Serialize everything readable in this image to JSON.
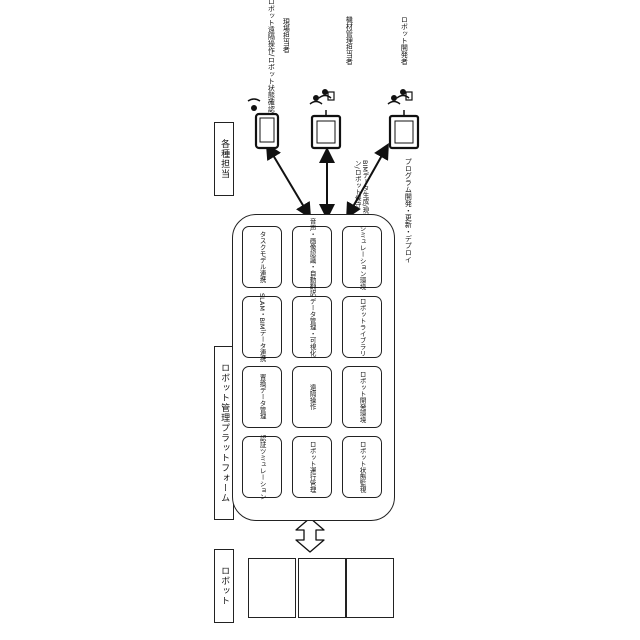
{
  "sections": {
    "stakeholders": "各種担当",
    "platform": "ロボット管理プラットフォーム",
    "robots": "ロボット"
  },
  "platform_grid": [
    [
      "シミュレーション環境",
      "ロボットライブラリ",
      "ロボット開発環境",
      "ロボット状態監視"
    ],
    [
      "音声・画像認識・自動翻訳",
      "データ管理・可視化",
      "遠隔操作",
      "ロボット運行管理"
    ],
    [
      "タスクモデル連携",
      "SLAM・BIMデータ連携",
      "置換データ管理",
      "認証ツミュレーション"
    ]
  ],
  "roles": [
    {
      "title": "現場担当者",
      "desc": "ロボット遠隔操作/ロボット状態確認"
    },
    {
      "title": "機材管理担当者",
      "desc": "BIMデータ生成/現況シミュレーション/ロボット保守"
    },
    {
      "title": "ロボット開発者",
      "desc": "プログラム開発・更新・デプロイ"
    }
  ]
}
